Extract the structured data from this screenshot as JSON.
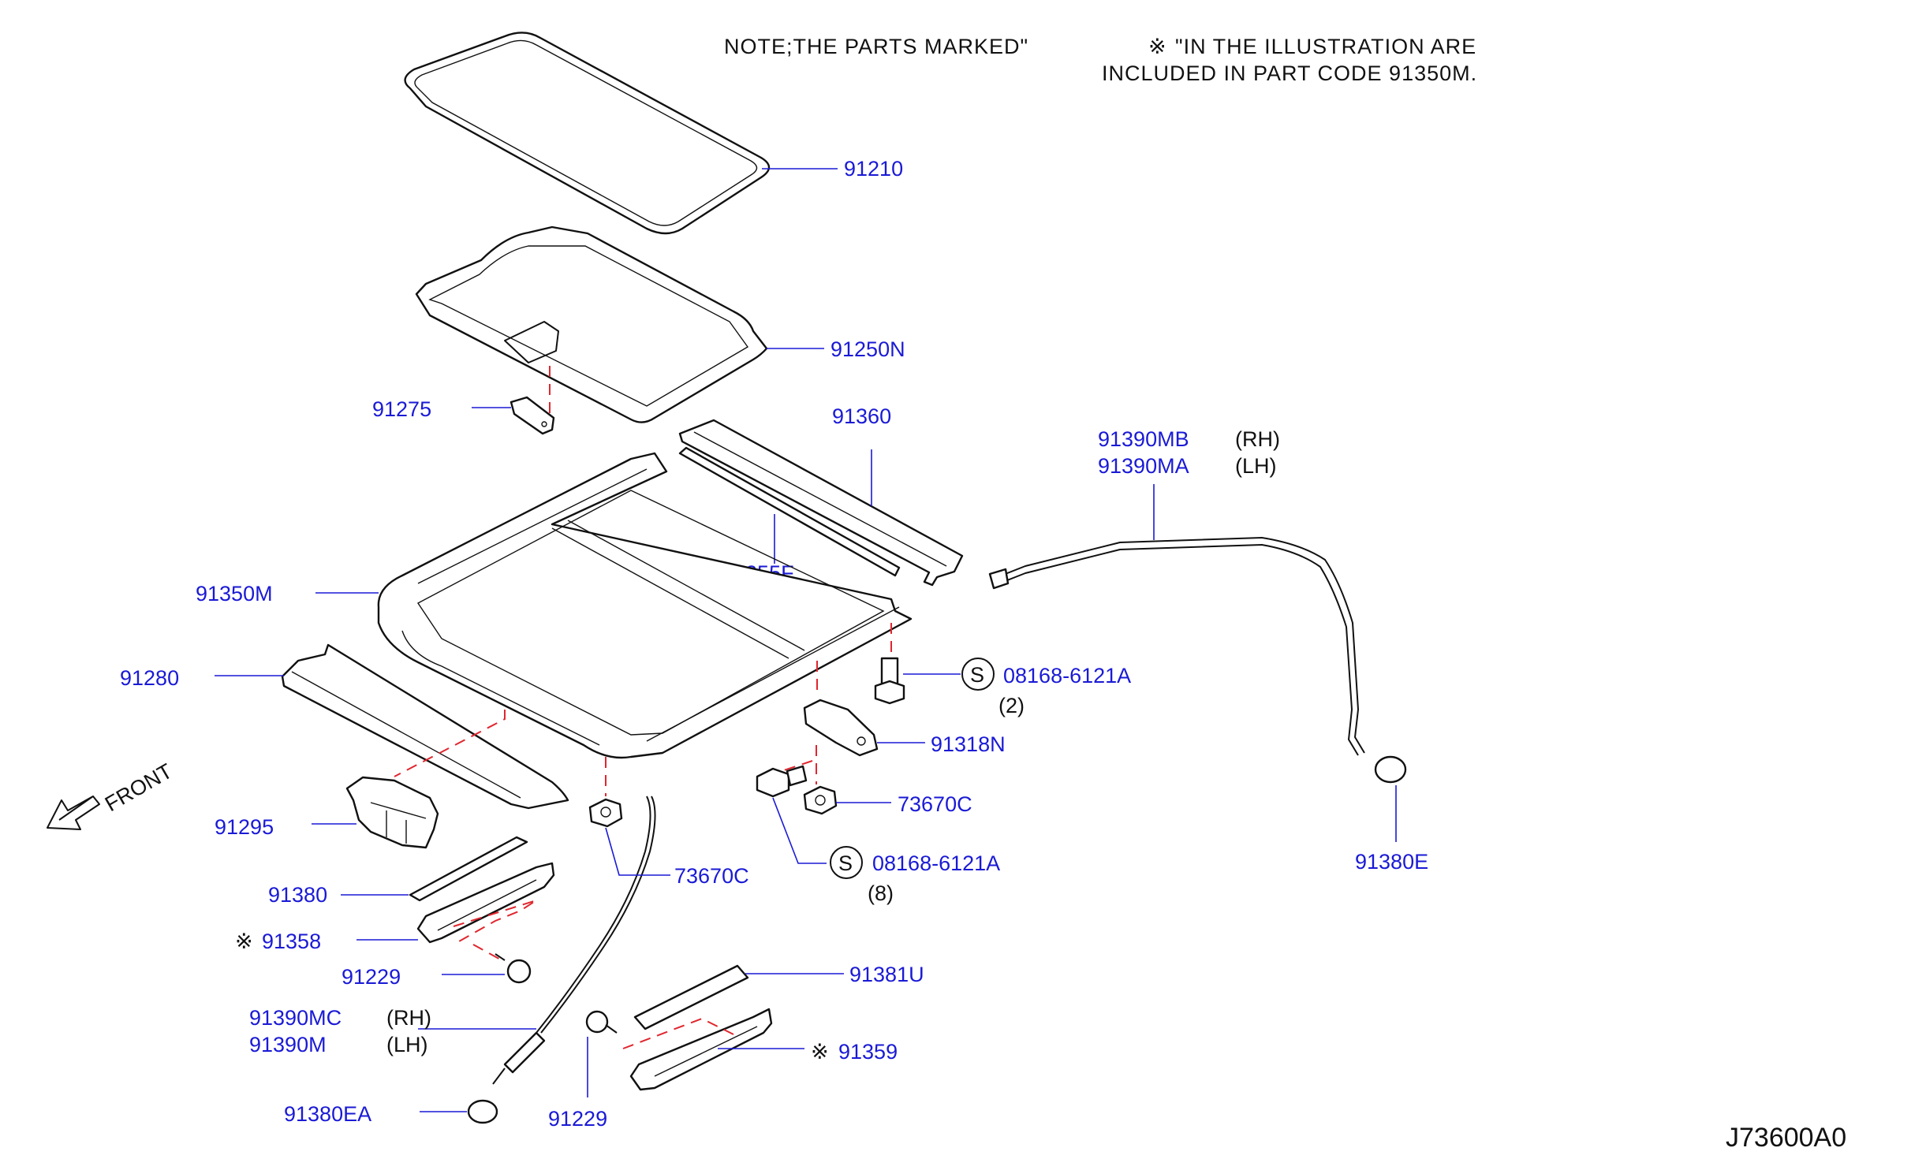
{
  "note": {
    "line1a": "NOTE;THE  PARTS  MARKED\"",
    "line1b": "\"IN  THE  ILLUSTRATION  ARE",
    "line2": "INCLUDED  IN  PART  CODE  91350M.",
    "symbol": "※"
  },
  "diagram_code": "J73600A0",
  "front_label": "FRONT",
  "icons": {
    "front_arrow": "arrow-down-left-icon",
    "s_circle": "circled-s-icon",
    "mark": "reference-mark-icon"
  },
  "colors": {
    "label": "#1a1ad6",
    "leader": "#1a1ad6",
    "dash": "#e0262e",
    "line": "#111111"
  },
  "labels": {
    "p91210": "91210",
    "p91250N": "91250N",
    "p91275": "91275",
    "p91360": "91360",
    "p91255F": "91255F",
    "p91350M": "91350M",
    "p91280": "91280",
    "p91295": "91295",
    "p91380": "91380",
    "p91358": "91358",
    "p91229a": "91229",
    "p91390MC": "91390MC",
    "p91390M": "91390M",
    "p91380EA": "91380EA",
    "p91229b": "91229",
    "p73670Ca": "73670C",
    "p91381U": "91381U",
    "p91359": "91359",
    "p08168a": "08168-6121A",
    "p08168a_qty": "(2)",
    "p91318N": "91318N",
    "p73670Cb": "73670C",
    "p08168b": "08168-6121A",
    "p08168b_qty": "(8)",
    "p91390MB": "91390MB",
    "p91390MA": "91390MA",
    "p91380E": "91380E",
    "rh1": "(RH)",
    "lh1": "(LH)",
    "rh2": "(RH)",
    "lh2": "(LH)",
    "s": "S"
  }
}
